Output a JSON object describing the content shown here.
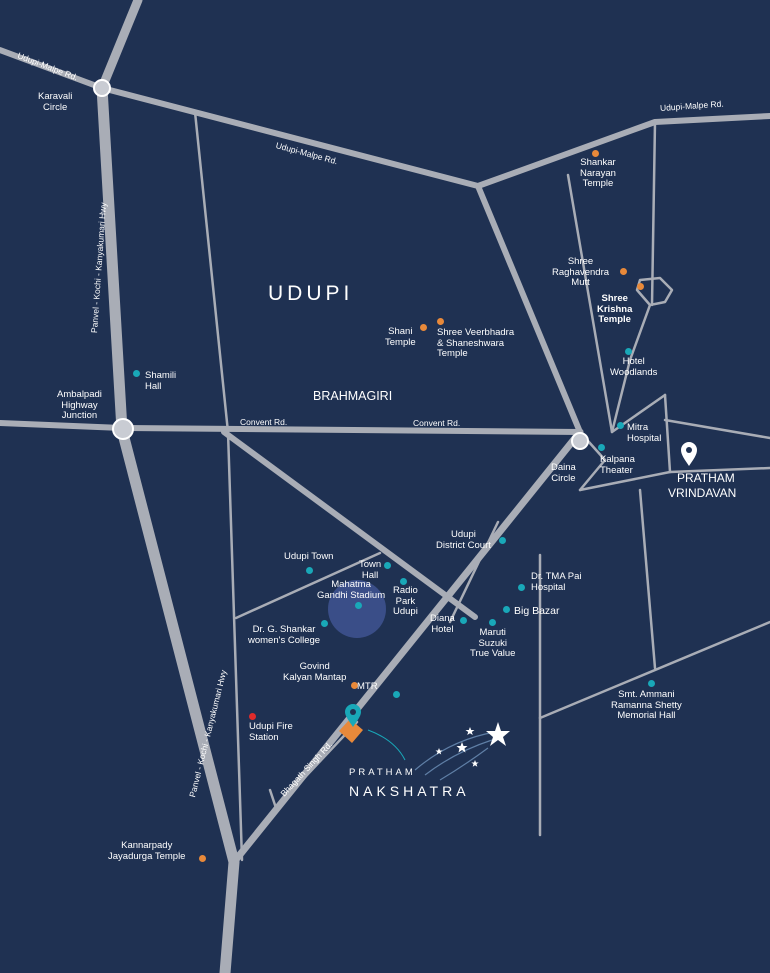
{
  "colors": {
    "background": "#1f3152",
    "road": "#a9adb6",
    "landmark_teal": "#19a8b8",
    "landmark_orange": "#e8893a",
    "fire_red": "#e02b2b",
    "stadium": "#3a4e88",
    "text": "#ffffff"
  },
  "area_label": "UDUPI",
  "locality_label": "BRAHMAGIRI",
  "project": {
    "line1": "PRATHAM",
    "line2": "NAKSHATRA"
  },
  "destination": {
    "line1": "PRATHAM",
    "line2": "VRINDAVAN"
  },
  "roads": {
    "malpe_nw": "Udupi-Malpe Rd.",
    "malpe_mid": "Udupi-Malpe Rd.",
    "malpe_ne": "Udupi-Malpe Rd.",
    "convent_1": "Convent Rd.",
    "convent_2": "Convent Rd.",
    "highway_upper": "Panvel - Kochi - Kanyakumari Hwy",
    "highway_lower": "Panvel - Kochi - Kanyakumari Hwy",
    "bhagath_singh": "Bhagath Singh Rd."
  },
  "junctions": {
    "karavali": "Karavali\nCircle",
    "ambalpadi": "Ambalpadi\nHighway\nJunction",
    "daina": "Daina\nCircle"
  },
  "landmarks": [
    {
      "id": "shankar-narayan-temple",
      "label": "Shankar\nNarayan\nTemple",
      "kind": "orange"
    },
    {
      "id": "shree-raghavendra-mutt",
      "label": "Shree\nRaghavendra\nMutt",
      "kind": "orange"
    },
    {
      "id": "shree-krishna-temple",
      "label": "Shree\nKrishna\nTemple",
      "kind": "orange"
    },
    {
      "id": "shani-temple",
      "label": "Shani\nTemple",
      "kind": "orange"
    },
    {
      "id": "shree-veerbhadra-temple",
      "label": "Shree Veerbhadra\n& Shaneshwara\nTemple",
      "kind": "orange"
    },
    {
      "id": "hotel-woodlands",
      "label": "Hotel\nWoodlands",
      "kind": "teal"
    },
    {
      "id": "shamili-hall",
      "label": "Shamili\nHall",
      "kind": "teal"
    },
    {
      "id": "mitra-hospital",
      "label": "Mitra\nHospital",
      "kind": "teal"
    },
    {
      "id": "kalpana-theater",
      "label": "Kalpana\nTheater",
      "kind": "teal"
    },
    {
      "id": "udupi-district-court",
      "label": "Udupi\nDistrict Court",
      "kind": "teal"
    },
    {
      "id": "udupi-town-hall",
      "label": "Udupi Town",
      "kind": "teal"
    },
    {
      "id": "town-hall",
      "label": "Town\nHall",
      "kind": "teal"
    },
    {
      "id": "radio-park",
      "label": "Radio\nPark\nUdupi",
      "kind": "teal"
    },
    {
      "id": "gandhi-stadium",
      "label": "Mahatma\nGandhi Stadium",
      "kind": "teal"
    },
    {
      "id": "shankar-college",
      "label": "Dr. G. Shankar\nwomen's College",
      "kind": "teal"
    },
    {
      "id": "diana-hotel",
      "label": "Diana\nHotel",
      "kind": "teal"
    },
    {
      "id": "maruti-suzuki",
      "label": "Maruti\nSuzuki\nTrue Value",
      "kind": "teal"
    },
    {
      "id": "tma-pai-hospital",
      "label": "Dr. TMA Pai\nHospital",
      "kind": "teal"
    },
    {
      "id": "big-bazar",
      "label": "Big Bazar",
      "kind": "teal"
    },
    {
      "id": "govind-kalyan-mantap",
      "label": "Govind\nKalyan Mantap",
      "kind": "orange"
    },
    {
      "id": "mtr",
      "label": "MTR",
      "kind": "teal"
    },
    {
      "id": "udupi-fire-station",
      "label": "Udupi Fire\nStation",
      "kind": "red"
    },
    {
      "id": "ammani-hall",
      "label": "Smt. Ammani\nRamanna Shetty\nMemorial Hall",
      "kind": "teal"
    },
    {
      "id": "kannarpady-temple",
      "label": "Kannarpady\nJayadurga Temple",
      "kind": "orange"
    }
  ]
}
